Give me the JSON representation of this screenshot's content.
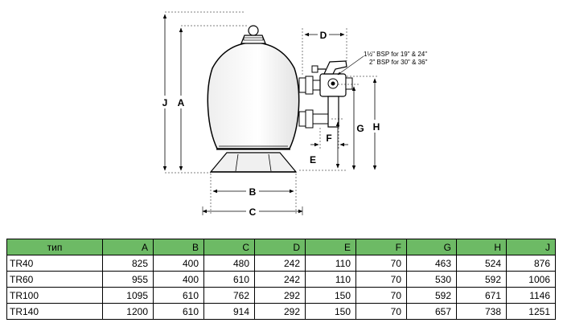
{
  "diagram": {
    "labels": {
      "A": "A",
      "B": "B",
      "C": "C",
      "D": "D",
      "E": "E",
      "F": "F",
      "G": "G",
      "H": "H",
      "J": "J"
    },
    "notes": {
      "bsp1": "1½\" BSP for 19\" & 24\"",
      "bsp2": "2\" BSP for 30\" & 36\""
    }
  },
  "table": {
    "headers": [
      "тип",
      "A",
      "B",
      "C",
      "D",
      "E",
      "F",
      "G",
      "H",
      "J"
    ],
    "rows": [
      [
        "TR40",
        "825",
        "400",
        "480",
        "242",
        "110",
        "70",
        "463",
        "524",
        "876"
      ],
      [
        "TR60",
        "955",
        "400",
        "610",
        "242",
        "110",
        "70",
        "530",
        "592",
        "1006"
      ],
      [
        "TR100",
        "1095",
        "610",
        "762",
        "292",
        "150",
        "70",
        "592",
        "671",
        "1146"
      ],
      [
        "TR140",
        "1200",
        "610",
        "914",
        "292",
        "150",
        "70",
        "657",
        "738",
        "1251"
      ]
    ],
    "header_color": "#6dba65"
  }
}
